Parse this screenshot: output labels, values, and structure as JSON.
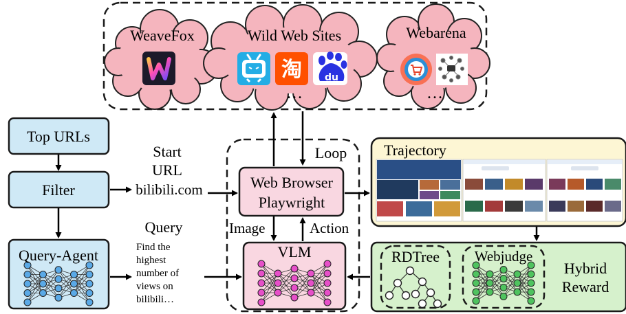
{
  "sites": {
    "weavefox": "WeaveFox",
    "wild": "Wild Web Sites",
    "webarena": "Webarena",
    "wild_more": "…",
    "webarena_more": "…"
  },
  "pipeline": {
    "top_urls": "Top URLs",
    "filter": "Filter",
    "query_agent": "Query-Agent"
  },
  "start": {
    "line1": "Start",
    "line2": "URL",
    "url": "bilibili.com"
  },
  "query": {
    "title": "Query",
    "lines": [
      "Find the",
      "highest",
      "number of",
      "views on",
      "bilibili…"
    ]
  },
  "loop": {
    "label": "Loop",
    "browser_line1": "Web Browser",
    "browser_line2": "Playwright",
    "image": "Image",
    "action": "Action",
    "vlm": "VLM"
  },
  "trajectory": {
    "title": "Trajectory"
  },
  "reward": {
    "rdtree": "RDTree",
    "webjudge": "Webjudge",
    "hybrid": "Hybrid",
    "reward": "Reward"
  },
  "colors": {
    "blue_box": "#cfe9f6",
    "pink_box": "#f9d7e1",
    "cloud": "#f5b5be",
    "yellow": "#fdf6d4",
    "green": "#d6f1cc",
    "neuron_blue": "#5aa9e6",
    "neuron_pink": "#e64fc8",
    "neuron_green": "#4fc35f"
  }
}
